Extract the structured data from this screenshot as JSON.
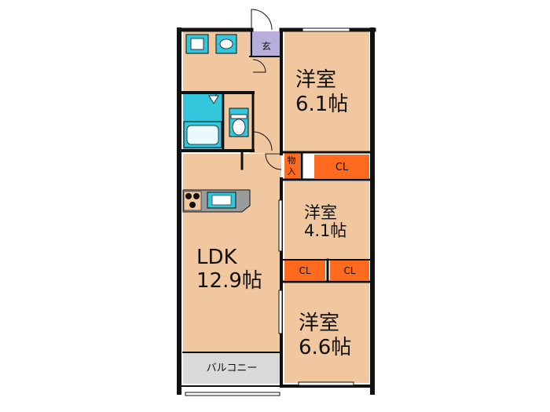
{
  "colors": {
    "room_floor": "#f1c7a0",
    "wet_area": "#33c6dc",
    "closet": "#ff6a1f",
    "entrance": "#b8aedb",
    "balcony": "#d9d9d9",
    "wall": "#111111"
  },
  "rooms": {
    "bedroom_top": {
      "name": "洋室",
      "size": "6.1帖"
    },
    "bedroom_mid": {
      "name": "洋室",
      "size": "4.1帖"
    },
    "bedroom_bottom": {
      "name": "洋室",
      "size": "6.6帖"
    },
    "ldk": {
      "name": "LDK",
      "size": "12.9帖"
    }
  },
  "labels": {
    "entrance": "玄",
    "storage_line1": "物",
    "storage_line2": "入",
    "closet": "CL",
    "balcony": "バルコニー"
  },
  "icons": [
    "washing-machine-icon",
    "bathtub-icon",
    "toilet-icon",
    "sink-icon",
    "stove-icon"
  ]
}
